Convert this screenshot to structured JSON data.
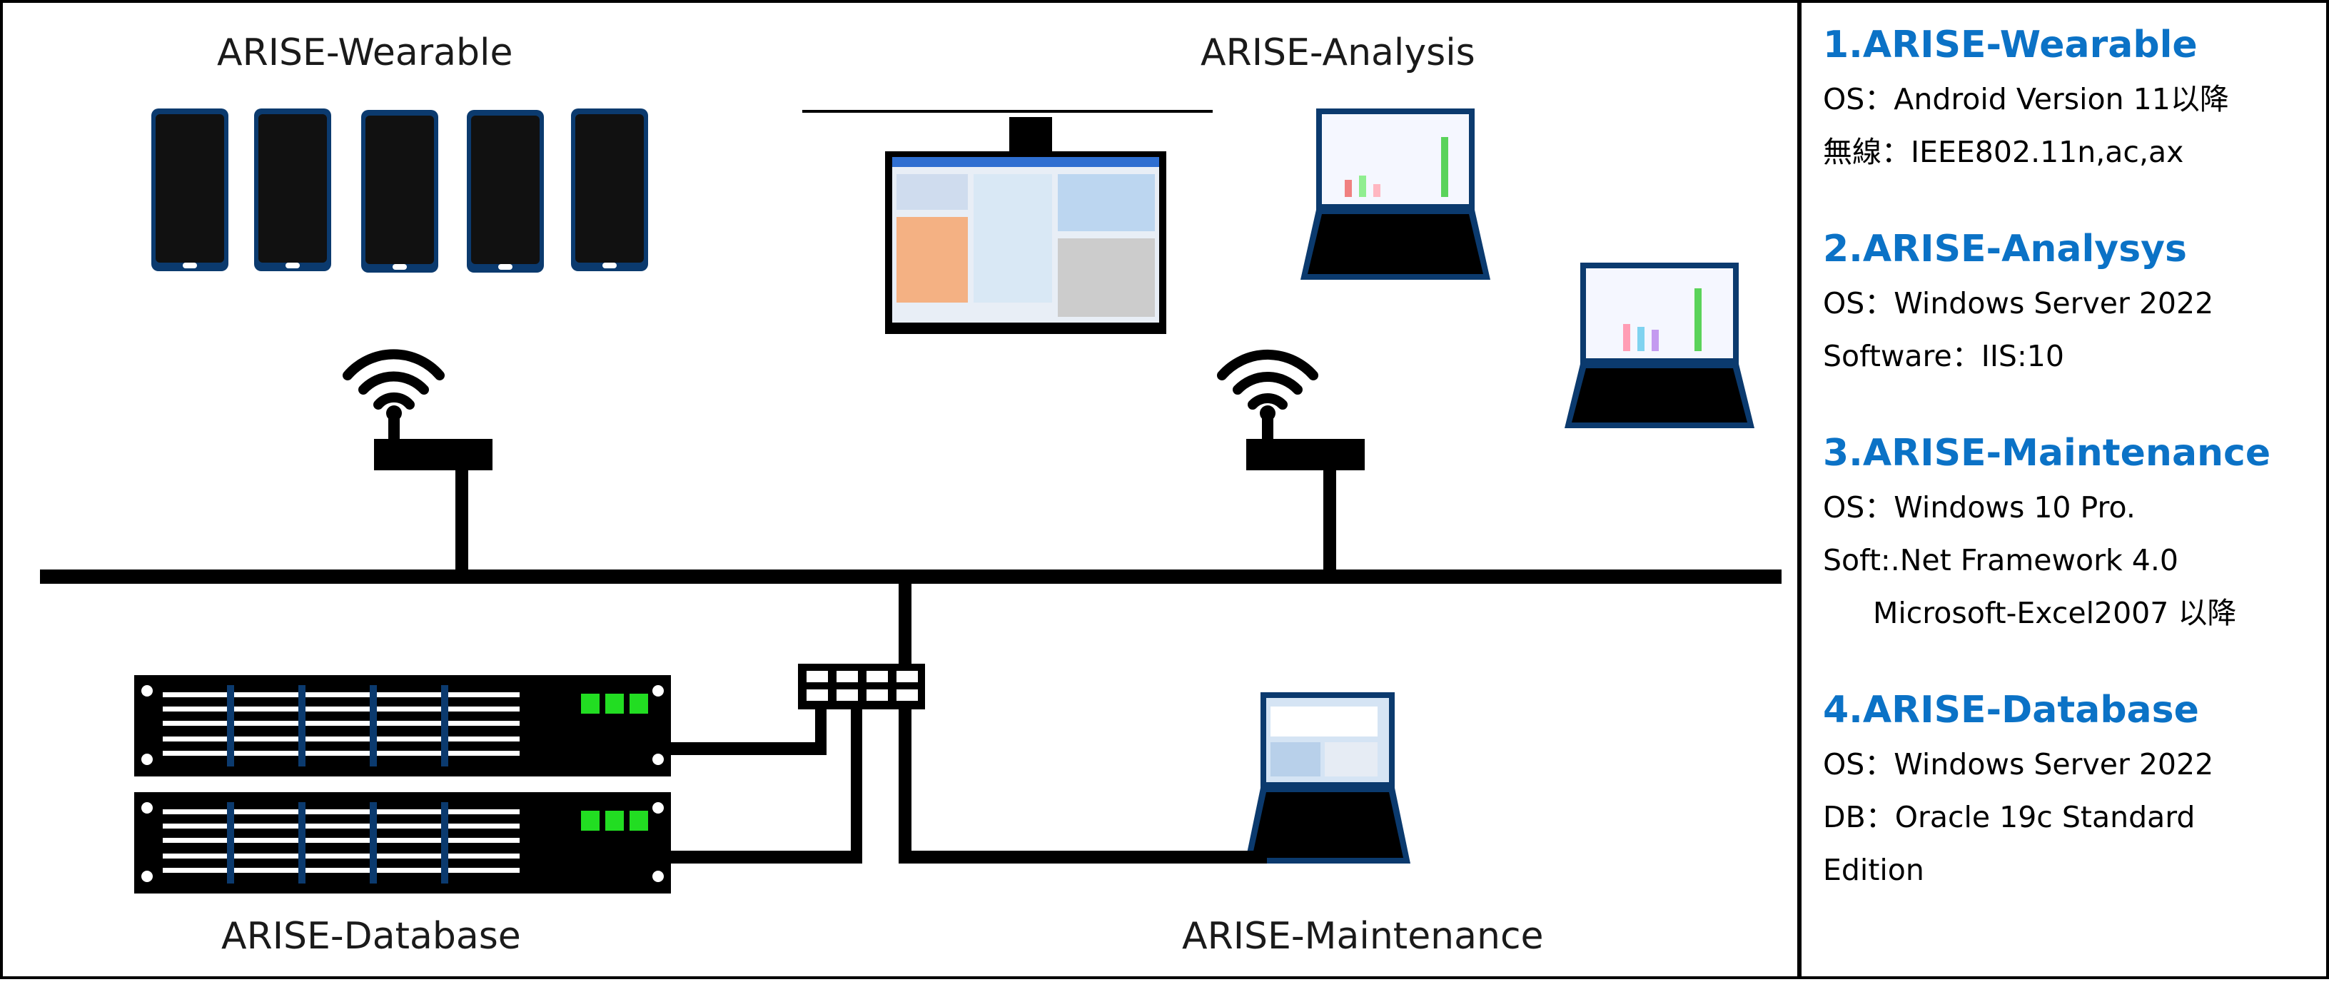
{
  "diagram": {
    "labels": {
      "wearable": "ARISE-Wearable",
      "analysis": "ARISE-Analysis",
      "database": "ARISE-Database",
      "maintenance": "ARISE-Maintenance"
    }
  },
  "specs": {
    "sections": [
      {
        "title": "1.ARISE-Wearable",
        "lines": [
          "OS：Android Version 11以降",
          "無線：IEEE802.11n,ac,ax"
        ]
      },
      {
        "title": "2.ARISE-Analysys",
        "lines": [
          "OS：Windows Server 2022",
          "Software：IIS:10"
        ]
      },
      {
        "title": "3.ARISE-Maintenance",
        "lines": [
          "OS：Windows 10 Pro.",
          "Soft:.Net Framework 4.0",
          "Microsoft-Excel2007 以降"
        ]
      },
      {
        "title": "4.ARISE-Database",
        "lines": [
          "OS：Windows Server 2022",
          "DB：Oracle 19c Standard",
          "Edition"
        ]
      }
    ]
  },
  "colors": {
    "title_blue": "#0b72c6",
    "frame_blue": "#0b3a6e",
    "led_green": "#22dd22",
    "line_black": "#000000"
  },
  "icons": [
    "smartphone-icon",
    "wifi-icon",
    "access-point-icon",
    "monitor-icon",
    "laptop-icon",
    "server-icon",
    "network-switch-icon"
  ]
}
